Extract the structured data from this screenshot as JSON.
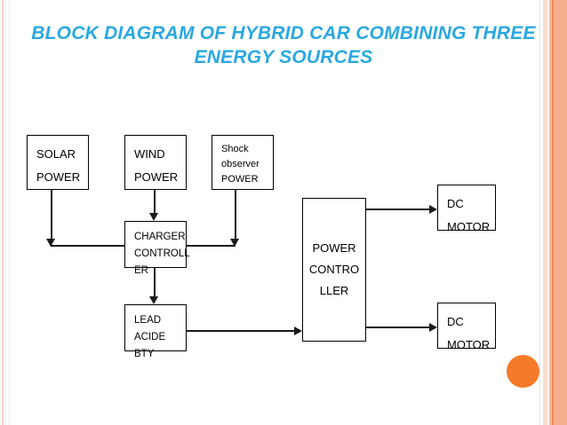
{
  "slide": {
    "title": "BLOCK DIAGRAM OF HYBRID CAR COMBINING THREE ENERGY SOURCES",
    "background_color": "#ffffff",
    "title_color": "#29A8E0",
    "accent_color": "#F47B2A",
    "band_color": "#F7AE8B"
  },
  "blocks": [
    {
      "id": "solar",
      "label": "SOLAR\nPOWER"
    },
    {
      "id": "wind",
      "label": "WIND\nPOWER"
    },
    {
      "id": "shock",
      "label": "Shock\nobserver\nPOWER"
    },
    {
      "id": "charger",
      "label": "CHARGER\nCONTROLL\nER"
    },
    {
      "id": "lead",
      "label": "LEAD\nACIDE BTY"
    },
    {
      "id": "pc",
      "label": "POWER\nCONTRO\nLLER"
    },
    {
      "id": "dc1",
      "label": "DC\nMOTOR"
    },
    {
      "id": "dc2",
      "label": "DC\nMOTOR"
    }
  ],
  "connectors": [
    {
      "from": "solar",
      "to": "charger",
      "kind": "down-then-right"
    },
    {
      "from": "wind",
      "to": "charger",
      "kind": "down"
    },
    {
      "from": "shock",
      "to": "charger",
      "kind": "down-meets-right"
    },
    {
      "from": "charger",
      "to": "lead",
      "kind": "down"
    },
    {
      "from": "lead",
      "to": "pc",
      "kind": "right"
    },
    {
      "from": "pc",
      "to": "dc1",
      "kind": "right"
    },
    {
      "from": "pc",
      "to": "dc2",
      "kind": "right"
    }
  ],
  "decor": {
    "circle_name": "orange-circle"
  }
}
